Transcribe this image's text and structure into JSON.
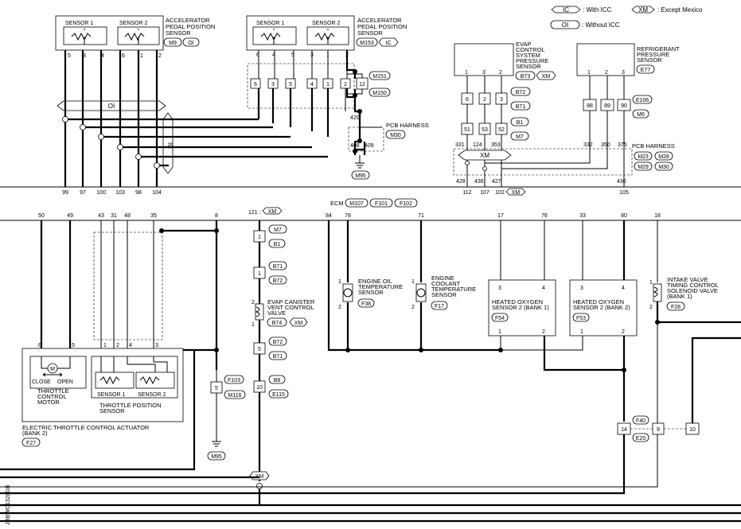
{
  "legend": {
    "ic": "IC",
    "ic_text": ": With ICC",
    "oi": "OI",
    "oi_text": ": Without ICC",
    "xm": "XM",
    "xm_text": ": Except Mexico"
  },
  "app1": {
    "sensor1": "SENSOR 1",
    "sensor2": "SENSOR 2",
    "name_l1": "ACCELERATOR",
    "name_l2": "PEDAL POSITION",
    "name_l3": "SENSOR",
    "conn": "M9",
    "opt": "OI",
    "pins": [
      "5",
      "3",
      "4",
      "6",
      "1",
      "2"
    ]
  },
  "app2": {
    "sensor1": "SENSOR 1",
    "sensor2": "SENSOR 2",
    "name_l1": "ACCELERATOR",
    "name_l2": "PEDAL POSITION",
    "name_l3": "SENSOR",
    "conn": "M153",
    "opt": "IC",
    "pins": [
      "6",
      "4",
      "5",
      "3",
      "1",
      "2"
    ],
    "jpins": [
      "6",
      "3",
      "5",
      "4",
      "1",
      "2",
      "12"
    ],
    "jconn1": "M151",
    "jconn2": "M150"
  },
  "oi_bar": "OI",
  "ic_bar": "IC",
  "ecm_pins_top": [
    "99",
    "97",
    "100",
    "103",
    "98",
    "104"
  ],
  "pcb1": {
    "wire": "420",
    "p1": "408",
    "p2": "409",
    "name": "PCB HARNESS",
    "conn": "M30",
    "gnd": "M95"
  },
  "evap_sensor": {
    "l1": "EVAP",
    "l2": "CONTROL",
    "l3": "SYSTEM",
    "l4": "PRESSURE",
    "l5": "SENSOR",
    "conn": "B73",
    "opt": "XM",
    "pins": [
      "1",
      "3",
      "2"
    ],
    "j1": [
      "6",
      "2",
      "3"
    ],
    "j1c1": "B72",
    "j1c2": "B71",
    "j2": [
      "51",
      "53",
      "52"
    ],
    "j2c1": "B1",
    "j2c2": "M7",
    "w": [
      "331",
      "124",
      "353"
    ]
  },
  "refr_sensor": {
    "l1": "REFRIGERANT",
    "l2": "PRESSURE",
    "l3": "SENSOR",
    "conn": "E77",
    "pins": [
      "1",
      "2",
      "3"
    ],
    "j": [
      "88",
      "89",
      "90"
    ],
    "jc1": "E106",
    "jc2": "M6",
    "w": [
      "332",
      "350",
      "375"
    ]
  },
  "pcb2": {
    "name": "PCB HARNESS",
    "xm": "XM",
    "c1": "M23",
    "c2": "M28",
    "c3": "M29",
    "c4": "M30",
    "w": [
      "428",
      "436",
      "427",
      "430"
    ]
  },
  "ecm_pins_mid": [
    "112",
    "107",
    "102",
    "105"
  ],
  "xm_102": "XM",
  "ecm": {
    "label": "ECM",
    "c1": "M107",
    "c2": "F101",
    "c3": "F102"
  },
  "ecm_pins_bottom": [
    "50",
    "49",
    "43",
    "31",
    "48",
    "35",
    "8",
    "84",
    "78",
    "71",
    "17",
    "76",
    "33",
    "80",
    "18"
  ],
  "xm_121": "XM",
  "p121": "121",
  "throttle": {
    "motor_l1": "THROTTLE",
    "motor_l2": "CONTROL",
    "motor_l3": "MOTOR",
    "close": "CLOSE",
    "open": "OPEN",
    "pins_m": [
      "6",
      "5"
    ],
    "pins_s": [
      "1",
      "2",
      "4",
      "3"
    ],
    "sensor1": "SENSOR 1",
    "sensor2": "SENSOR 2",
    "tps_l1": "THROTTLE POSITION",
    "tps_l2": "SENSOR",
    "act_l1": "ELECTRIC THROTTLE CONTROL ACTUATOR",
    "act_l2": "(BANK 2)",
    "conn": "F27"
  },
  "gnd2": {
    "pin": "5",
    "c1": "F103",
    "c2": "M116",
    "gnd": "M95"
  },
  "evap_valve": {
    "j1": "1",
    "j1c1": "M7",
    "j1c2": "B1",
    "j2": "1",
    "j2c1": "B71",
    "j2c2": "B72",
    "l1": "EVAP CANISTER",
    "l2": "VENT CONTROL",
    "l3": "VALVE",
    "pin_t": "2",
    "pin_b": "1",
    "conn": "B74",
    "opt": "XM",
    "j3": "5",
    "j3c1": "B72",
    "j3c2": "B71",
    "j4": "10",
    "j4c1": "B8",
    "j4c2": "E115",
    "bottom_xm": "XM"
  },
  "eot": {
    "l1": "ENGINE OIL",
    "l2": "TEMPERATURE",
    "l3": "SENSOR",
    "conn": "F38",
    "p1": "1",
    "p2": "2"
  },
  "ect": {
    "l1": "ENGINE",
    "l2": "COOLANT",
    "l3": "TEMPERATURE",
    "l4": "SENSOR",
    "conn": "F17",
    "p1": "1",
    "p2": "2"
  },
  "ho2s1": {
    "l1": "HEATED OXYGEN",
    "l2": "SENSOR 2 (BANK 1)",
    "conn": "F54",
    "pt1": "3",
    "pt2": "4",
    "pb1": "1",
    "pb2": "2"
  },
  "ho2s2": {
    "l1": "HEATED OXYGEN",
    "l2": "SENSOR 2 (BANK 2)",
    "conn": "F53",
    "pt1": "3",
    "pt2": "4",
    "pb1": "1",
    "pb2": "2"
  },
  "ivt": {
    "l1": "INTAKE VALVE",
    "l2": "TIMING CONTROL",
    "l3": "SOLENOID VALVE",
    "l4": "(BANK 1)",
    "conn": "F28",
    "p1": "1",
    "p2": "2"
  },
  "jf": {
    "p14": "14",
    "p9": "9",
    "p10": "10",
    "c1": "F40",
    "c2": "E20"
  },
  "side_code": "JRBWC1328GB"
}
